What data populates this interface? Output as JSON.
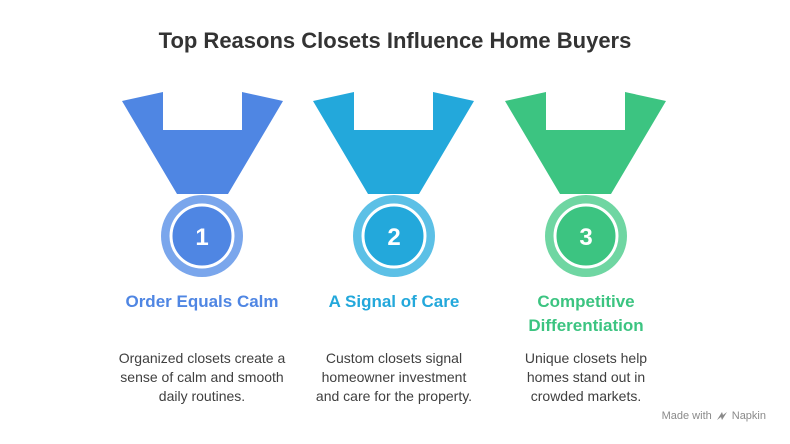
{
  "title": "Top Reasons Closets Influence Home Buyers",
  "medals": [
    {
      "number": "1",
      "heading": "Order Equals Calm",
      "description": "Organized closets create a sense of calm and smooth daily routines.",
      "color": "#4f86e3",
      "color_light": "#7aa6ec"
    },
    {
      "number": "2",
      "heading": "A Signal of Care",
      "description": "Custom closets signal homeowner investment and care for the property.",
      "color": "#23a8db",
      "color_light": "#5cc0e6"
    },
    {
      "number": "3",
      "heading": "Competitive Differentiation",
      "description": "Unique closets help homes stand out in crowded markets.",
      "color": "#3cc481",
      "color_light": "#6fd6a2"
    }
  ],
  "footer": {
    "made_with": "Made with",
    "brand": "Napkin"
  }
}
